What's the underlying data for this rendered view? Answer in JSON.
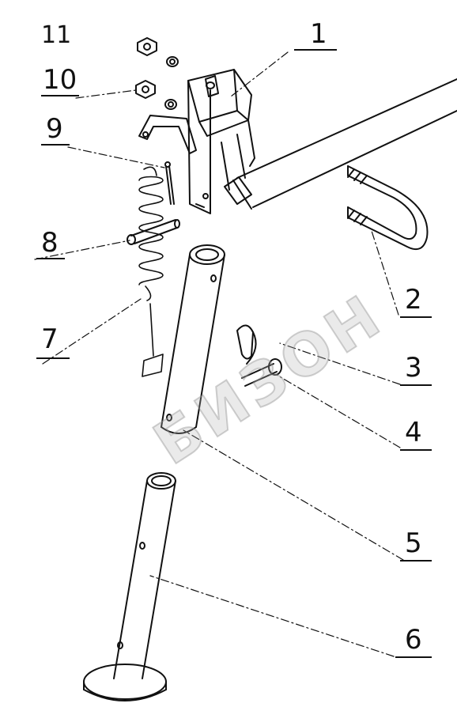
{
  "callouts": {
    "n1": "1",
    "n2": "2",
    "n3": "3",
    "n4": "4",
    "n5": "5",
    "n6": "6",
    "n7": "7",
    "n8": "8",
    "n9": "9",
    "n10": "10",
    "n11": "11"
  },
  "watermark": {
    "text": "БИЗОН",
    "color": "#b4b4b4"
  },
  "line_color": "#111111"
}
